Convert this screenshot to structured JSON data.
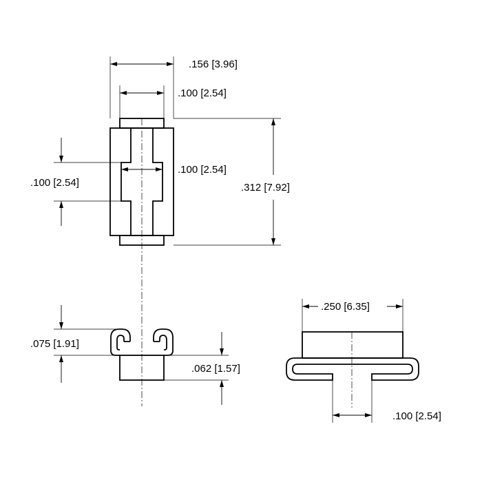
{
  "dimensions": {
    "top_width": ".156 [3.96]",
    "top_inner_width": ".100 [2.54]",
    "top_waist_width": ".100 [2.54]",
    "top_waist_height": ".100 [2.54]",
    "top_height": ".312 [7.92]",
    "front_height": ".075 [1.91]",
    "front_body_height": ".062 [1.57]",
    "side_width": ".250 [6.35]",
    "side_gap": ".100 [2.54]"
  }
}
